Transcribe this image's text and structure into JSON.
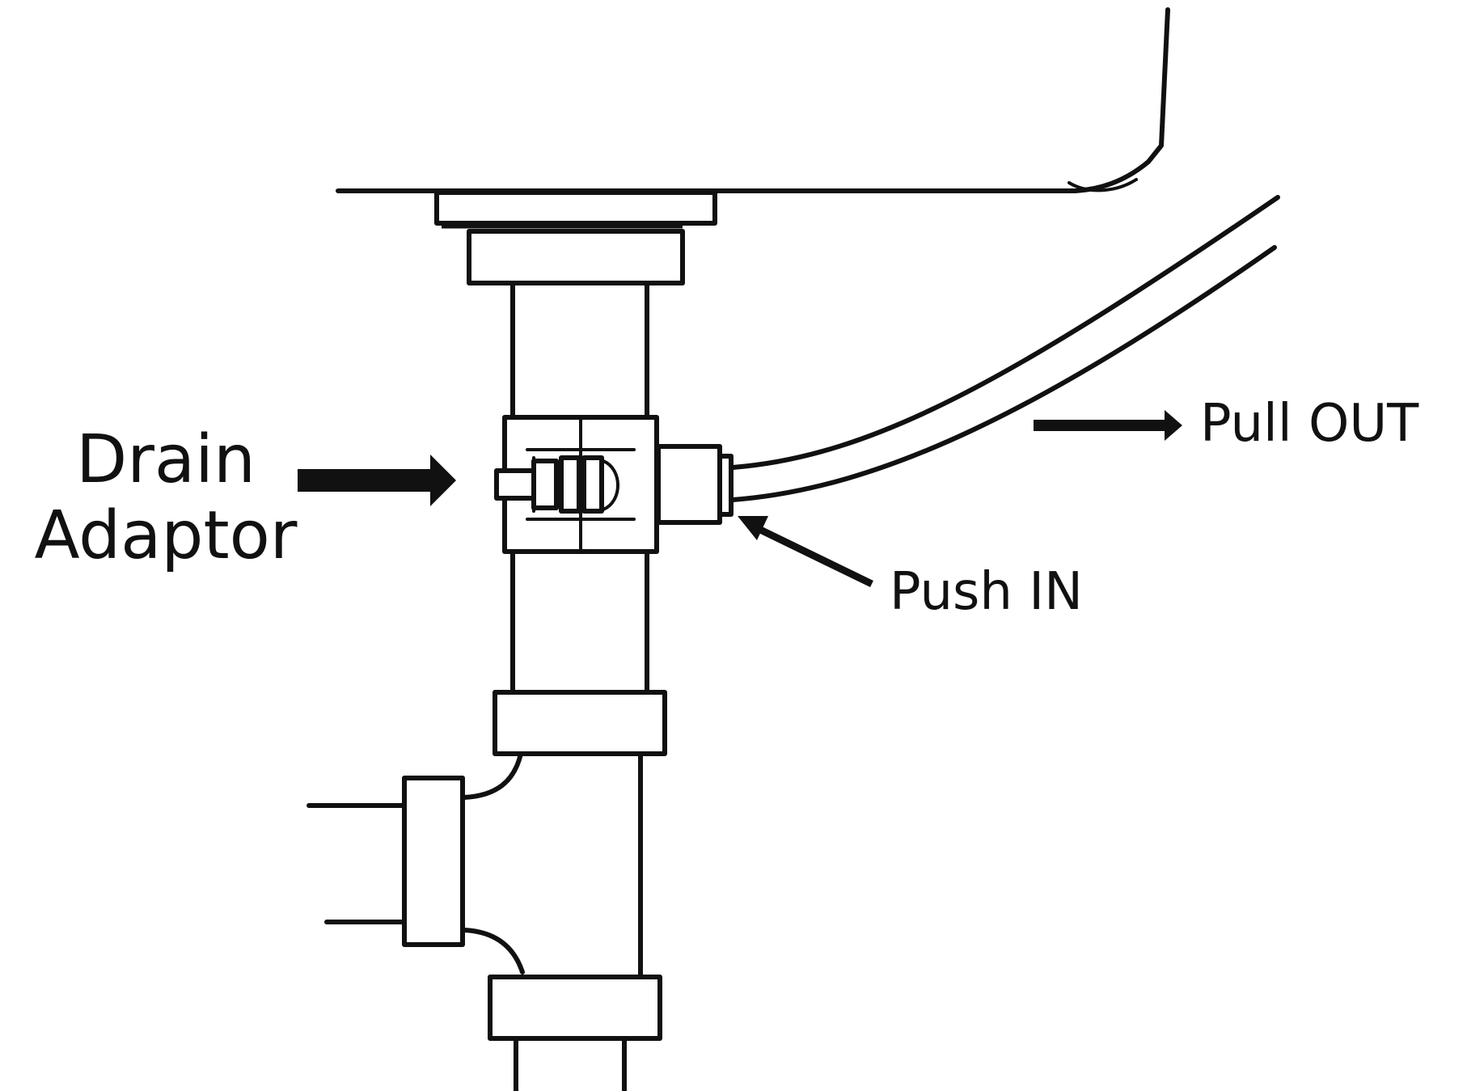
{
  "labels": {
    "drain_adaptor_line1": "Drain",
    "drain_adaptor_line2": "Adaptor",
    "pull_out": "Pull OUT",
    "push_in": "Push IN"
  },
  "colors": {
    "line": "#111111",
    "background": "#ffffff"
  }
}
